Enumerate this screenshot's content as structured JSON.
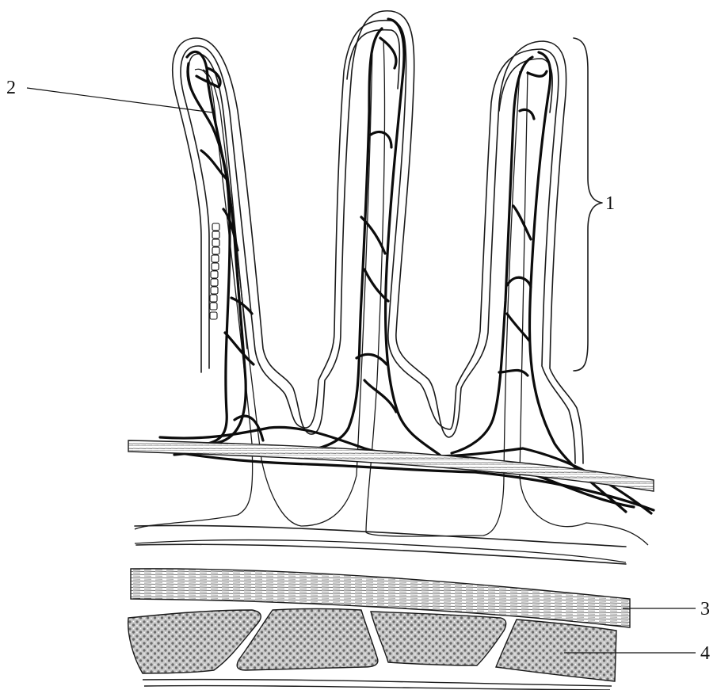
{
  "labels": {
    "villi": "1",
    "lacteal": "2",
    "muscularis_mucosae": "3",
    "submucosa_muscle": "4"
  },
  "colors": {
    "ink": "#111111",
    "background": "#ffffff",
    "stipple": "#7a7a7a"
  }
}
